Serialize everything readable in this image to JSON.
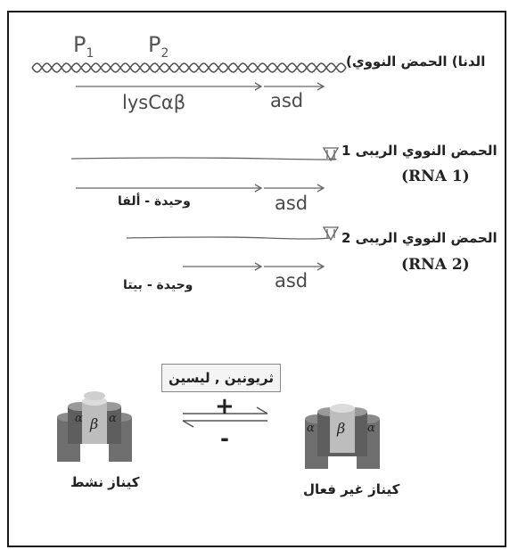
{
  "dna": {
    "label": "الدنا) الحمض النووي)",
    "promoter_1": "P",
    "promoter_1_sub": "1",
    "promoter_2": "P",
    "promoter_2_sub": "2",
    "gene_1": "lysCαβ",
    "gene_2": "asd"
  },
  "rna1": {
    "label_number": "1",
    "label_text": "الحمض النووي الريبى",
    "code": "(RNA 1)",
    "subunit": "وحيدة - ألفا",
    "gene": "asd"
  },
  "rna2": {
    "label_number": "2",
    "label_text": "الحمض النووي الريبى",
    "code": "(RNA 2)",
    "subunit": "وحيدة - بيتا",
    "gene": "asd"
  },
  "regulation": {
    "effectors": "ثريونين , ليسين",
    "plus": "+",
    "minus": "-",
    "active_kinase": "كيناز نشط",
    "inactive_kinase": "كيناز غير فعال",
    "alpha": "α",
    "beta": "β"
  },
  "colors": {
    "line": "#666666",
    "cylinder_dark": "#6f6f6f",
    "cylinder_mid": "#9a9a9a",
    "cylinder_light": "#c8c8c8"
  }
}
